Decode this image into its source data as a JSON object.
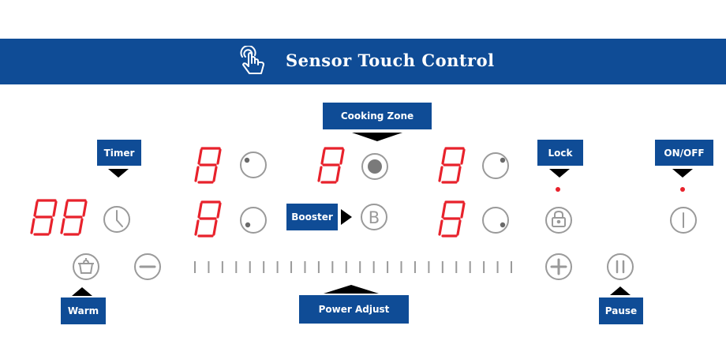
{
  "header": {
    "title": "Sensor Touch Control",
    "icon": "touch-hand-icon",
    "background_color": "#0f4c96"
  },
  "labels": {
    "timer": "Timer",
    "cooking_zone": "Cooking Zone",
    "lock": "Lock",
    "on_off": "ON/OFF",
    "booster": "Booster",
    "warm": "Warm",
    "power_adjust": "Power Adjust",
    "pause": "Pause"
  },
  "displays": {
    "timer_digits": "88",
    "zone_digit": "8",
    "digit_color": "#e8222c"
  },
  "buttons": {
    "booster_symbol": "B",
    "minus_symbol": "−",
    "plus_symbol": "+"
  },
  "colors": {
    "label_background": "#0f4c96",
    "icon_gray": "#9a9a9a",
    "indicator_red": "#e8222c"
  },
  "power_slider": {
    "segments": 24
  }
}
